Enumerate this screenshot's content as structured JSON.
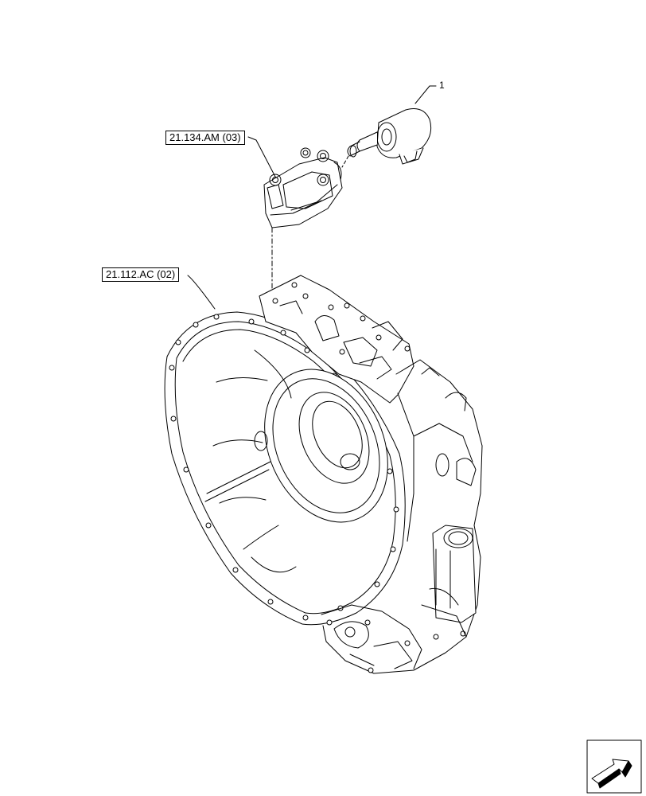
{
  "diagram": {
    "references": [
      {
        "label": "21.134.AM (03)"
      },
      {
        "label": "21.112.AC (02)"
      }
    ],
    "callouts": [
      {
        "label": "1"
      }
    ],
    "parts": {
      "solenoid": "solenoid-valve",
      "housing": "transmission-housing",
      "control_block": "valve-block"
    },
    "colors": {
      "line": "#000000",
      "background": "#ffffff",
      "shade": "#d9d9d9"
    }
  }
}
